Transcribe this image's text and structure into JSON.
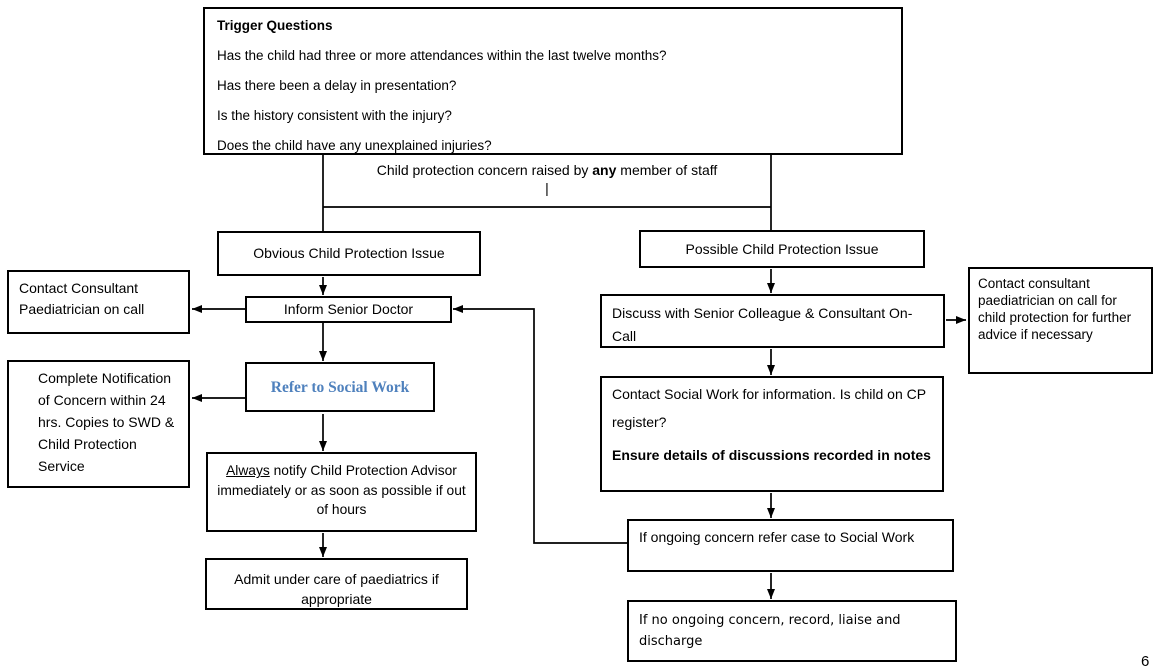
{
  "page": {
    "number": "6"
  },
  "colors": {
    "accent_blue": "#4f81bd",
    "line": "#000000"
  },
  "flowchart": {
    "trigger": {
      "title": "Trigger Questions",
      "questions": [
        "Has the child had three or more attendances within the last twelve months?",
        "Has there been a delay in presentation?",
        "Is the history consistent with the injury?",
        "Does the child have any unexplained injuries?"
      ]
    },
    "concern": {
      "pre": "Child protection concern raised by ",
      "emphasis": "any",
      "post": " member of staff",
      "pipe": "|"
    },
    "left": {
      "obvious": "Obvious Child Protection Issue",
      "inform": "Inform Senior Doctor",
      "contact_consultant": "Contact Consultant Paediatrician on call",
      "refer": "Refer to Social Work",
      "notification": "Complete Notification of Concern within 24 hrs. Copies to SWD & Child Protection Service",
      "always": {
        "underlined": "Always",
        "rest": " notify Child Protection Advisor immediately or as soon as possible if out of hours"
      },
      "admit": "Admit under care of paediatrics if appropriate"
    },
    "right": {
      "possible": "Possible Child Protection Issue",
      "discuss": "Discuss with Senior Colleague & Consultant On-Call",
      "contact_paediatrician": "Contact consultant paediatrician on call for child protection for further advice if necessary",
      "social_work": {
        "line1": "Contact Social Work for information. Is child on CP register?",
        "bold_note": "Ensure details of discussions recorded in notes"
      },
      "ongoing": "If ongoing concern refer case to Social Work",
      "no_ongoing": "If no ongoing concern, record, liaise and discharge"
    }
  }
}
